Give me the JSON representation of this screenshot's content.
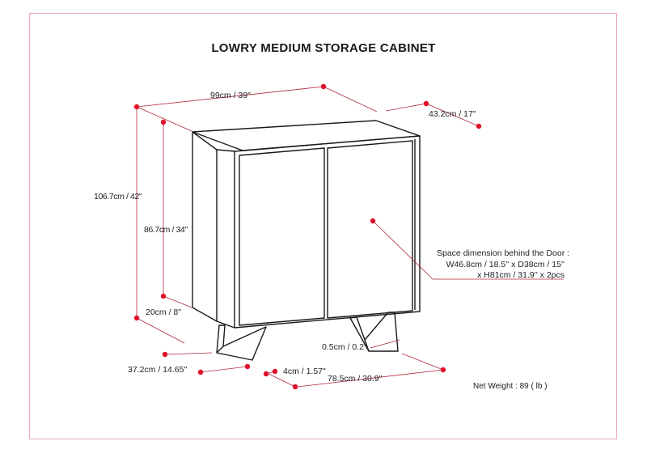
{
  "title": "LOWRY MEDIUM STORAGE CABINET",
  "dimensions": {
    "width": "99cm / 39\"",
    "depth": "43.2cm / 17\"",
    "total_height": "106.7cm / 42\"",
    "body_height": "86.7cm / 34\"",
    "leg_height": "20cm / 8\"",
    "leg_depth": "37.2cm / 14.65\"",
    "leg_inset": "4cm / 1.57\"",
    "leg_span": "78.5cm / 30.9\"",
    "leg_thickness": "0.5cm / 0.2\""
  },
  "space_note": {
    "line1": "Space dimension behind the Door :",
    "line2": "W46.8cm / 18.5'' x D38cm / 15''",
    "line3": "x H81cm / 31.9'' x 2pcs"
  },
  "net_weight": "Net Weight : 89 ( lb )",
  "colors": {
    "dimension_line": "#b0283a",
    "marker": "#e0102a",
    "outline": "#1a1a1a",
    "frame_border": "#e8a9b3"
  }
}
